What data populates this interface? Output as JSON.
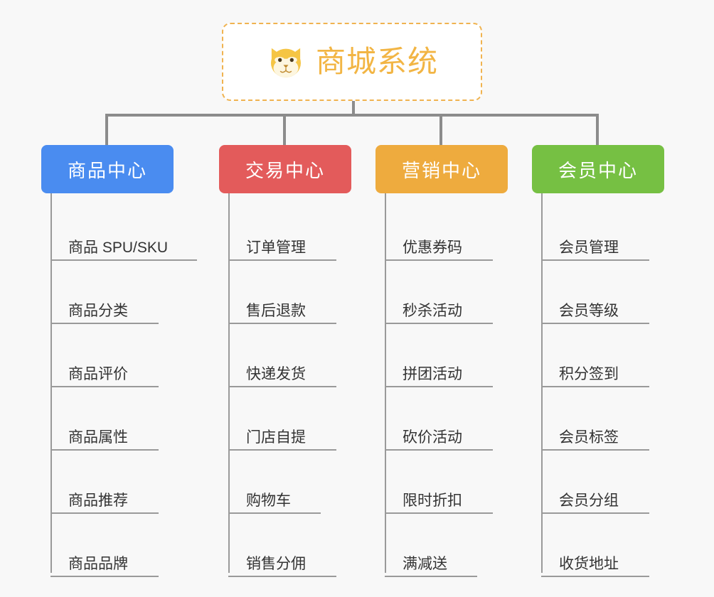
{
  "page": {
    "background_color": "#f8f8f8",
    "text_color": "#333333",
    "line_color": "#8c8c8c"
  },
  "root": {
    "title": "商城系统",
    "icon": "dog-face-emoji",
    "border_color": "#f0b350",
    "title_color": "#f2b544",
    "background_color": "#ffffff"
  },
  "branches": [
    {
      "label": "商品中心",
      "color": "#4a8cf0",
      "children": [
        "商品 SPU/SKU",
        "商品分类",
        "商品评价",
        "商品属性",
        "商品推荐",
        "商品品牌"
      ]
    },
    {
      "label": "交易中心",
      "color": "#e35b5b",
      "children": [
        "订单管理",
        "售后退款",
        "快递发货",
        "门店自提",
        "购物车",
        "销售分佣"
      ]
    },
    {
      "label": "营销中心",
      "color": "#eeab3e",
      "children": [
        "优惠券码",
        "秒杀活动",
        "拼团活动",
        "砍价活动",
        "限时折扣",
        "满减送"
      ]
    },
    {
      "label": "会员中心",
      "color": "#76c043",
      "children": [
        "会员管理",
        "会员等级",
        "积分签到",
        "会员标签",
        "会员分组",
        "收货地址"
      ]
    }
  ]
}
